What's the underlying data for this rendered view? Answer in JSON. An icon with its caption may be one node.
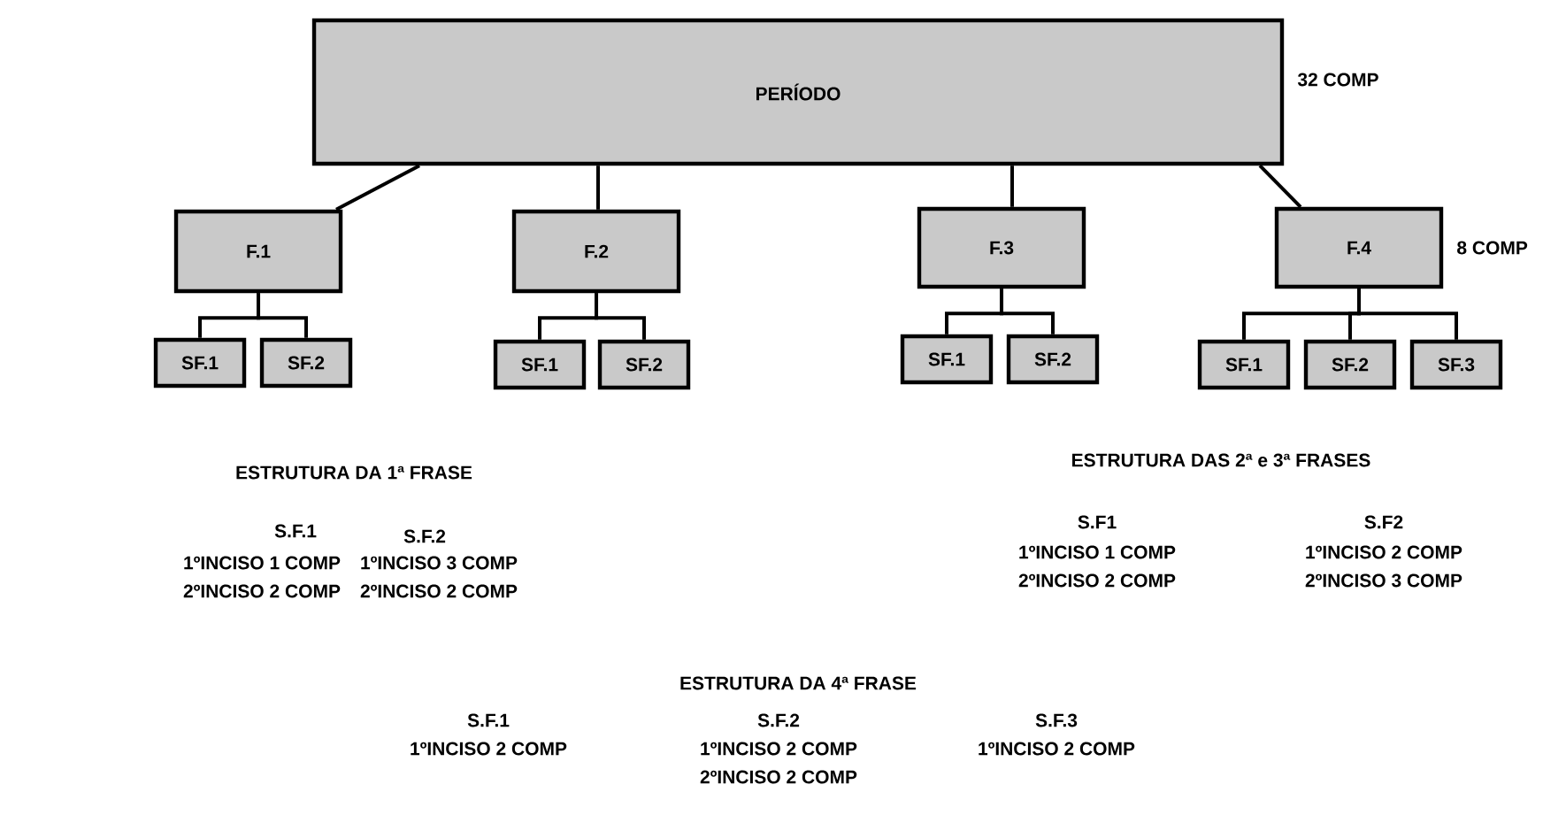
{
  "diagram": {
    "nodes": [
      {
        "text": [
          "PERÍODO"
        ],
        "beside": [
          "32 COMP"
        ]
      },
      {
        "text": [
          "F.1"
        ]
      },
      {
        "text": [
          "F.2"
        ]
      },
      {
        "text": [
          "F.3"
        ]
      },
      {
        "text": [
          "F.4"
        ],
        "beside": [
          "8 COMP"
        ]
      },
      {
        "text": [
          "SF.1"
        ]
      },
      {
        "text": [
          "SF.2"
        ]
      },
      {
        "text": [
          "SF.1"
        ]
      },
      {
        "text": [
          "SF.2"
        ]
      },
      {
        "text": [
          "SF.1"
        ]
      },
      {
        "text": [
          "SF.2"
        ]
      },
      {
        "text": [
          "SF.1"
        ]
      },
      {
        "text": [
          "SF.2"
        ]
      },
      {
        "text": [
          "SF.3"
        ]
      }
    ],
    "edges": [
      {
        "from": 0,
        "to": 1,
        "arrow": "none"
      },
      {
        "from": 0,
        "to": 2,
        "arrow": "none"
      },
      {
        "from": 0,
        "to": 3,
        "arrow": "none"
      },
      {
        "from": 0,
        "to": 4,
        "arrow": "none"
      },
      {
        "from": 1,
        "to": 5,
        "arrow": "none"
      },
      {
        "from": 1,
        "to": 6,
        "arrow": "none"
      },
      {
        "from": 2,
        "to": 7,
        "arrow": "none"
      },
      {
        "from": 2,
        "to": 8,
        "arrow": "none"
      },
      {
        "from": 3,
        "to": 9,
        "arrow": "none"
      },
      {
        "from": 3,
        "to": 10,
        "arrow": "none"
      },
      {
        "from": 4,
        "to": 11,
        "arrow": "none"
      },
      {
        "from": 4,
        "to": 12,
        "arrow": "none"
      },
      {
        "from": 4,
        "to": 13,
        "arrow": "none"
      }
    ],
    "labels": [
      "ESTRUTURA DA 1ª FRASE",
      "S.F.1",
      "S.F.2",
      "1ºINCISO 1 COMP",
      "1ºINCISO 3 COMP",
      "2ºINCISO 2 COMP",
      "2ºINCISO 2 COMP",
      "ESTRUTURA DAS 2ª e 3ª FRASES",
      "S.F1",
      "S.F2",
      "1ºINCISO 1 COMP",
      "1ºINCISO 2 COMP",
      "2ºINCISO 2 COMP",
      "2ºINCISO 3 COMP",
      "ESTRUTURA DA 4ª FRASE",
      "S.F.1",
      "S.F.2",
      "S.F.3",
      "1ºINCISO 2 COMP",
      "1ºINCISO 2 COMP",
      "1ºINCISO 2 COMP",
      "2ºINCISO 2 COMP"
    ]
  }
}
